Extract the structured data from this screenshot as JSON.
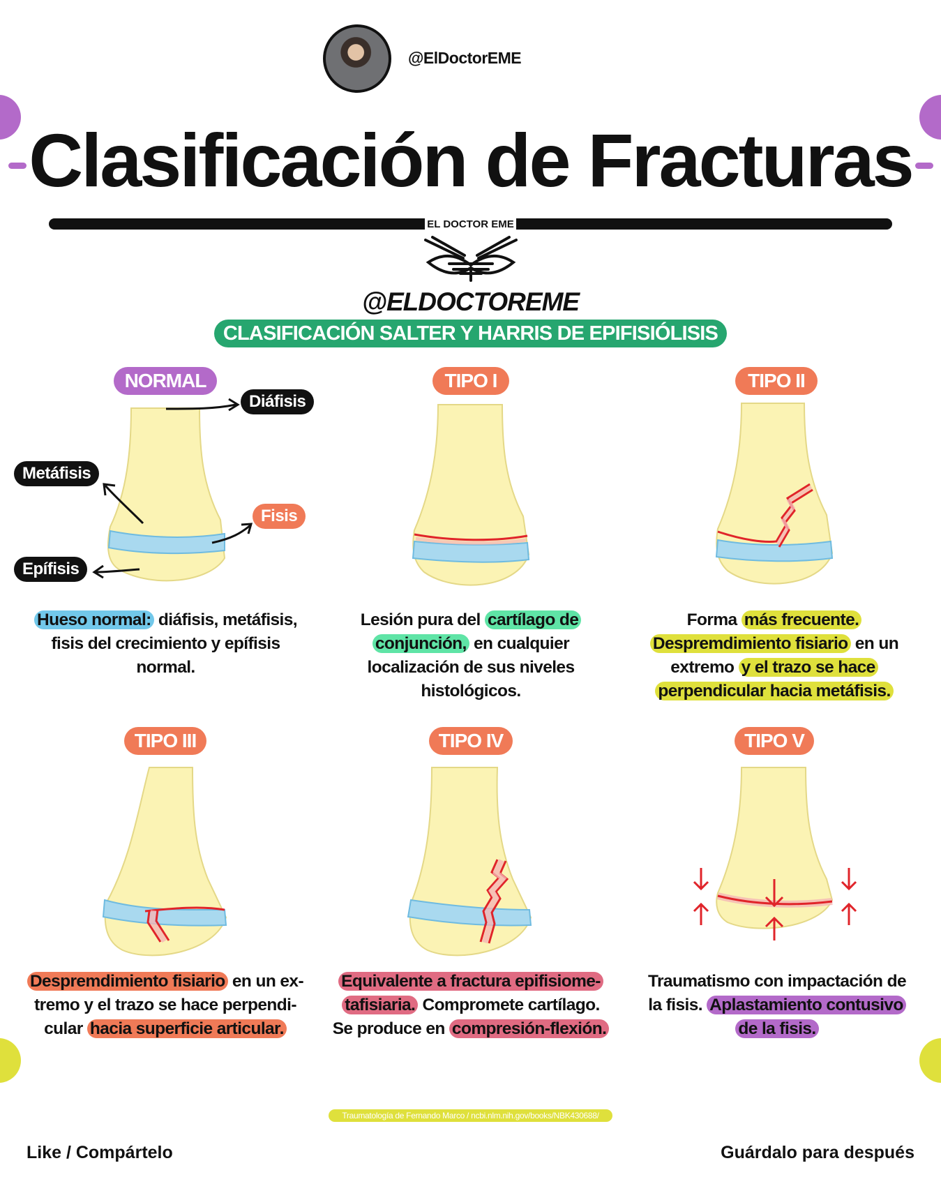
{
  "header": {
    "handle": "@ElDoctorEME",
    "title": "Clasificación de Fracturas",
    "brand_small": "EL DOCTOR EME",
    "brand_handle": "@ELDOCTOREME",
    "subtitle": "CLASIFICACIÓN SALTER Y HARRIS DE EPIFISIÓLISIS"
  },
  "colors": {
    "purple": "#b36ac9",
    "orange": "#f07a57",
    "green": "#26a66f",
    "blue": "#9fd6ee",
    "yellow": "#dfe03c",
    "bone": "#fbf3b4",
    "fracture": "#e0242a"
  },
  "panels": {
    "normal": {
      "label": "NORMAL",
      "tags": {
        "diafisis": "Diáfisis",
        "metafisis": "Metáfisis",
        "fisis": "Fisis",
        "epifisis": "Epífisis"
      },
      "desc": {
        "hl1": "Hueso normal:",
        "t1": " diáfisis, metáfisis,",
        "t2": "fisis del crecimiento y epífisis",
        "t3": "normal."
      }
    },
    "tipo1": {
      "label": "TIPO I",
      "desc": {
        "t1": "Lesión pura del ",
        "hl1": "cartílago de",
        "hl2": "conjunción,",
        "t2": " en cualquier",
        "t3": "localización de sus niveles",
        "t4": "histológicos."
      }
    },
    "tipo2": {
      "label": "TIPO II",
      "desc": {
        "t1": "Forma ",
        "hl1": "más frecuente.",
        "hl2": "Despremdimiento fisiario",
        "t2": " en un",
        "t3": "extremo ",
        "hl3": "y el trazo se hace",
        "hl4": "perpendicular hacia metáfisis."
      }
    },
    "tipo3": {
      "label": "TIPO III",
      "desc": {
        "hl1": "Despremdimiento fisiario",
        "t1": " en un ex-",
        "t2": "tremo y el trazo se hace perpendi-",
        "t3": "cular ",
        "hl2": "hacia superficie articular."
      }
    },
    "tipo4": {
      "label": "TIPO IV",
      "desc": {
        "hl1": "Equivalente a fractura epifisiome-",
        "hl2": "tafisiaria.",
        "t1": " Compromete cartílago.",
        "t2": "Se produce en ",
        "hl3": "compresión-flexión."
      }
    },
    "tipo5": {
      "label": "TIPO V",
      "desc": {
        "t1": "Traumatismo con impactación de",
        "t2": "la fisis. ",
        "hl1": "Aplastamiento contusivo",
        "hl2": "de la fisis."
      }
    }
  },
  "footer": {
    "source": "Traumatología de Fernando Marco / ncbi.nlm.nih.gov/books/NBK430688/",
    "left": "Like / Compártelo",
    "right": "Guárdalo para después"
  }
}
